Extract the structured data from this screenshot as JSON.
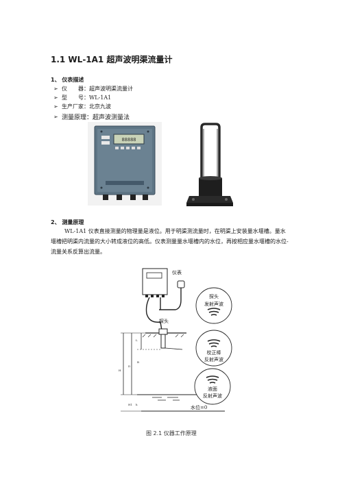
{
  "title": "1.1 WL-1A1 超声波明渠流量计",
  "section1": {
    "heading": "1、 仪表描述",
    "bullets": [
      "仪　　器：超声波明渠流量计",
      "型　　号：WL-1A1",
      "生产厂家：北京九波",
      "测量原理：超声波测量法"
    ]
  },
  "section2": {
    "heading": "2、 测量原理",
    "paragraph": "WL-1A1 仪表直接测量的物理量是液位。用于明渠测流量时，在明渠上安装量水堰槽。量水堰槽把明渠内流量的大小转成液位的高低。仪表测量量水堰槽内的水位，再按相应量水堰槽的水位-流量关系反算出流量。"
  },
  "device_display": "88888",
  "diagram": {
    "meter_label": "仪表",
    "probe_label": "探头",
    "bubble1": [
      "探头",
      "发射声波"
    ],
    "bubble2": [
      "校正棒",
      "反射声波"
    ],
    "bubble3": [
      "液面",
      "反射声波"
    ],
    "water_level_label": "水位=0",
    "dim_labels": [
      "H",
      "D",
      "L",
      "B",
      "H1",
      "h"
    ]
  },
  "caption": "图 2.1  仪器工作原理",
  "colors": {
    "enclosure": "#5e7585",
    "enclosure_dark": "#44596a",
    "stand": "#2a2a2a",
    "line": "#222222"
  }
}
